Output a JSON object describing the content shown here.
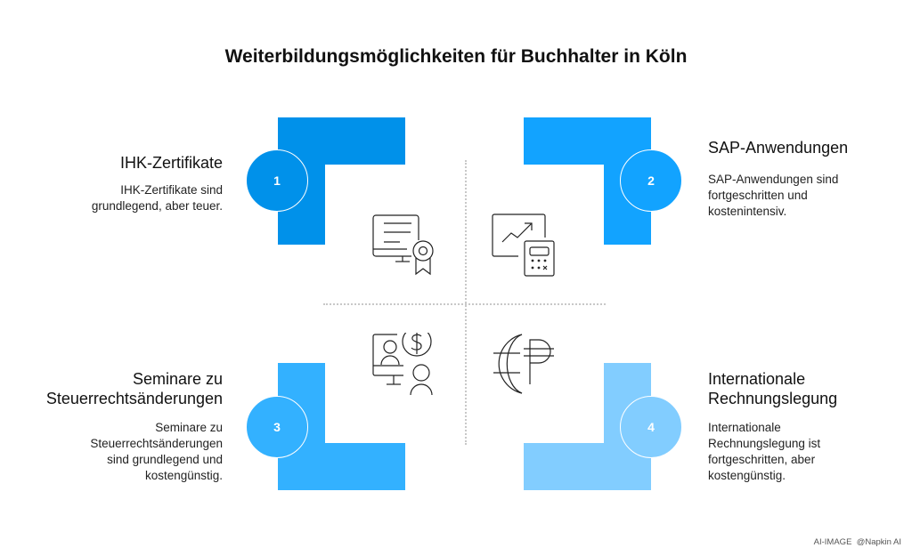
{
  "title": "Weiterbildungsmöglichkeiten für Buchhalter in Köln",
  "items": [
    {
      "number": "1",
      "title": "IHK-Zertifikate",
      "description": "IHK-Zertifikate sind grundlegend, aber teuer.",
      "color": "#0091EA",
      "icon": "certificate-monitor-icon"
    },
    {
      "number": "2",
      "title": "SAP-Anwendungen",
      "description": "SAP-Anwendungen sind fortgeschritten und kostenintensiv.",
      "color": "#12A3FF",
      "icon": "chart-calculator-icon"
    },
    {
      "number": "3",
      "title": "Seminare zu Steuerrechtsänderungen",
      "description": "Seminare zu Steuerrechtsänderungen sind grundlegend und kostengünstig.",
      "color": "#33B1FF",
      "icon": "seminar-money-icon"
    },
    {
      "number": "4",
      "title": "Internationale Rechnungslegung",
      "description": "Internationale Rechnungslegung ist fortgeschritten, aber kostengünstig.",
      "color": "#82CDFF",
      "icon": "globe-currency-icon"
    }
  ],
  "watermark": "AI-IMAGE  @Napkin AI"
}
